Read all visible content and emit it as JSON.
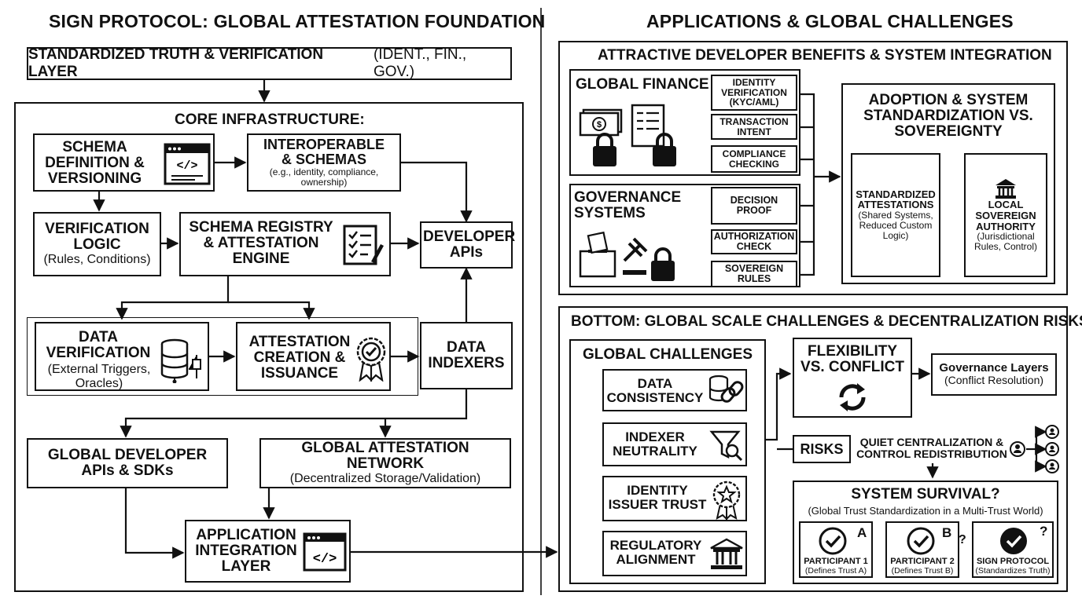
{
  "left": {
    "title": "SIGN PROTOCOL: GLOBAL ATTESTATION FOUNDATION",
    "top_layer": {
      "bold": "STANDARDIZED TRUTH & VERIFICATION LAYER",
      "normal": " (IDENT., FIN., GOV.)"
    },
    "core_label": "CORE INFRASTRUCTURE:",
    "schema_def": "SCHEMA DEFINITION & VERSIONING",
    "interop": "INTEROPERABLE & SCHEMAS",
    "interop_sub": "(e.g., identity, compliance, ownership)",
    "verif_logic": "VERIFICATION LOGIC",
    "verif_logic_sub": "(Rules, Conditions)",
    "registry": "SCHEMA REGISTRY & ATTESTATION ENGINE",
    "dev_apis": "DEVELOPER APIs",
    "data_verif": "DATA VERIFICATION",
    "data_verif_sub": "(External Triggers, Oracles)",
    "attest_create": "ATTESTATION CREATION & ISSUANCE",
    "data_idx": "DATA INDEXERS",
    "global_dev": "GLOBAL DEVELOPER APIs & SDKs",
    "global_net": "GLOBAL ATTESTATION NETWORK",
    "global_net_sub": "(Decentralized Storage/Validation)",
    "app_layer": "APPLICATION INTEGRATION LAYER"
  },
  "right": {
    "title": "APPLICATIONS & GLOBAL CHALLENGES",
    "benefits": {
      "header": "ATTRACTIVE DEVELOPER BENEFITS & SYSTEM INTEGRATION",
      "finance": "GLOBAL FINANCE",
      "fin_items": [
        "IDENTITY VERIFICATION (KYC/AML)",
        "TRANSACTION INTENT",
        "COMPLIANCE CHECKING"
      ],
      "governance": "GOVERNANCE SYSTEMS",
      "gov_items": [
        "DECISION PROOF",
        "AUTHORIZATION CHECK",
        "SOVEREIGN RULES"
      ],
      "adoption": "ADOPTION & SYSTEM STANDARDIZATION VS. SOVEREIGNTY",
      "std_att": "STANDARDIZED ATTESTATIONS",
      "std_att_sub": "(Shared Systems, Reduced Custom Logic)",
      "local": "LOCAL SOVEREIGN AUTHORITY",
      "local_sub": "(Jurisdictional Rules, Control)"
    },
    "bottom": {
      "header": "BOTTOM: GLOBAL SCALE CHALLENGES & DECENTRALIZATION RISKS",
      "challenges": "GLOBAL CHALLENGES",
      "items": [
        "DATA CONSISTENCY",
        "INDEXER NEUTRALITY",
        "IDENTITY ISSUER TRUST",
        "REGULATORY ALIGNMENT"
      ],
      "flex": "FLEXIBILITY VS. CONFLICT",
      "gov_layers": "Governance Layers",
      "gov_layers_sub": "(Conflict Resolution)",
      "risks": "RISKS",
      "risks_text": "QUIET CENTRALIZATION & CONTROL REDISTRIBUTION",
      "survival": "SYSTEM SURVIVAL?",
      "survival_sub": "(Global Trust Standardization in a Multi-Trust World)",
      "p1": "PARTICIPANT 1",
      "p1_sub": "(Defines Trust A)",
      "p1_letter": "A",
      "p2": "PARTICIPANT 2",
      "p2_sub": "(Defines Trust B)",
      "p2_letter": "B",
      "sp": "SIGN PROTOCOL",
      "sp_sub": "(Standardizes Truth)",
      "q": "?"
    }
  }
}
